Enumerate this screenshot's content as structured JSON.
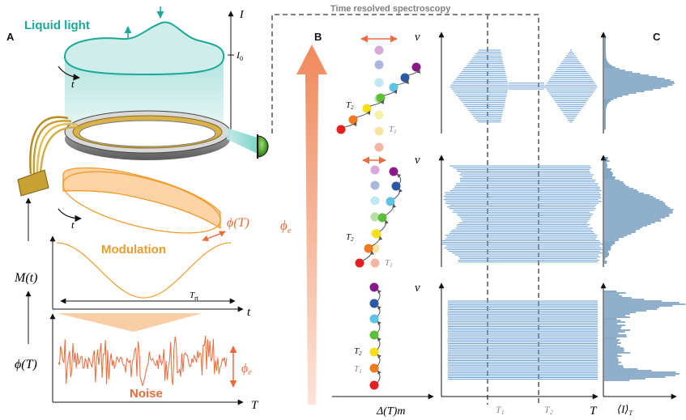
{
  "panel_a": {
    "letter": "A",
    "liquid_light_label": "Liquid light",
    "intensity_axis": "I",
    "i0_label": "I",
    "i0_sub": "0",
    "time_label_top": "t",
    "time_label_mid": "t",
    "phi_T_label": "ϕ(T)",
    "modulation_label": "Modulation",
    "M_axis_label": "M(t)",
    "trt_label": "T",
    "trt_sub": "rt",
    "t_axis_label": "t",
    "noise_label": "Noise",
    "phi_axis_label": "ϕ(T)",
    "phi_e_label": "ϕ",
    "phi_e_sub": "e",
    "T_axis_label": "T"
  },
  "panel_b": {
    "letter": "B",
    "phi_e_label": "ϕ",
    "phi_e_sub": "e",
    "t2_top": "T",
    "t2_top_sub": "2",
    "t1_top": "T",
    "t1_top_sub": "1",
    "t2_mid": "T",
    "t2_mid_sub": "2",
    "t1_mid": "T",
    "t1_mid_sub": "1",
    "t2_bot": "T",
    "t2_bot_sub": "2",
    "t1_bot": "T",
    "t1_bot_sub": "1",
    "x_axis_label": "Δ(T)m"
  },
  "panel_c": {
    "letter": "C",
    "time_resolved_label": "Time resolved spectroscopy",
    "nu_label": "ν",
    "T_axis_label": "T",
    "t1_label": "T",
    "t1_sub": "1",
    "t2_label": "T",
    "t2_sub": "2",
    "avg_label": "⟨I⟩",
    "avg_sub": "T"
  },
  "colors": {
    "teal": "#1aa89a",
    "orange": "#f39a2c",
    "noise_orange": "#ee6a3a",
    "spectrum_blue": "#6a9fd4",
    "histogram_blue": "#1f5f96",
    "dashed_gray": "#7f7f7f"
  },
  "icons": [
    "detector-icon",
    "ring-resonator-icon",
    "gradient-arrow-icon"
  ]
}
